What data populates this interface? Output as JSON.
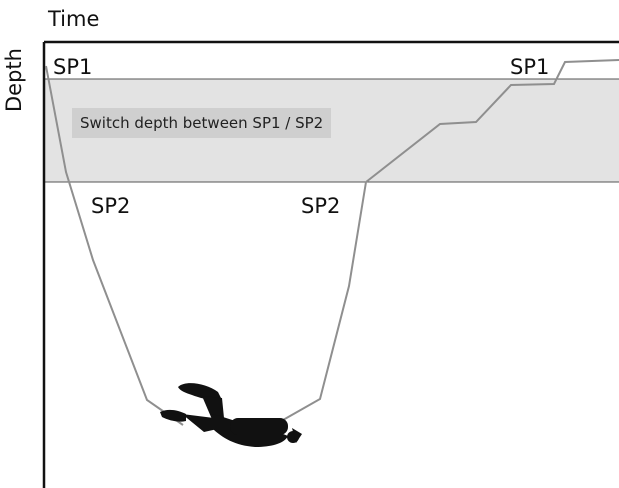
{
  "axes": {
    "x_label": "Time",
    "y_label": "Depth"
  },
  "zone": {
    "label": "Switch depth between SP1 / SP2",
    "fill_color": "#e3e3e3",
    "label_background": "#cfcfcf"
  },
  "setpoints": {
    "start": "SP1",
    "descent": "SP2",
    "ascent": "SP2",
    "end": "SP1"
  },
  "profile": {
    "sp1_color": "#9b9b9b",
    "sp2_color": "#7a7a7a"
  },
  "diver": {
    "icon": "scuba-diver-silhouette",
    "color": "#111111"
  }
}
